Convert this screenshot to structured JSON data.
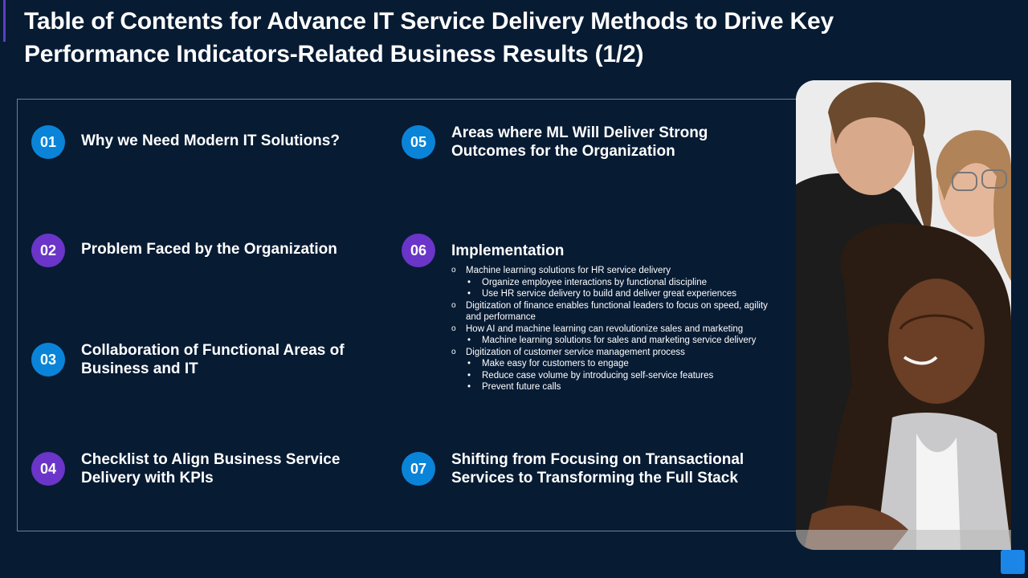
{
  "title": "Table of Contents for Advance IT Service Delivery Methods to Drive Key Performance Indicators-Related Business Results (1/2)",
  "items": [
    {
      "num": "01",
      "label": "Why we Need Modern IT Solutions?",
      "color": "#0a84d8"
    },
    {
      "num": "02",
      "label": "Problem Faced by the Organization",
      "color": "#6a35c8"
    },
    {
      "num": "03",
      "label": "Collaboration of Functional Areas of Business and IT",
      "color": "#0a84d8"
    },
    {
      "num": "04",
      "label": "Checklist to Align Business Service Delivery with KPIs",
      "color": "#6a35c8"
    },
    {
      "num": "05",
      "label": "Areas where ML Will Deliver Strong Outcomes for the Organization",
      "color": "#0a84d8"
    },
    {
      "num": "06",
      "label": "Implementation",
      "color": "#6a35c8"
    },
    {
      "num": "07",
      "label": "Shifting from Focusing on Transactional Services to Transforming the Full Stack",
      "color": "#0a84d8"
    }
  ],
  "implementation": [
    {
      "text": "Machine learning solutions for HR service delivery",
      "children": [
        "Organize employee interactions by functional discipline",
        "Use HR service delivery to build and deliver great experiences"
      ]
    },
    {
      "text": "Digitization of finance enables functional leaders to focus on speed, agility and performance",
      "children": []
    },
    {
      "text": "How AI  and machine learning can revolutionize sales and marketing",
      "children": [
        "Machine learning solutions for sales and marketing service delivery"
      ]
    },
    {
      "text": "Digitization of customer service management process",
      "children": [
        "Make easy for customers to engage",
        "Reduce case volume by introducing self-service features",
        "Prevent future calls"
      ]
    }
  ]
}
